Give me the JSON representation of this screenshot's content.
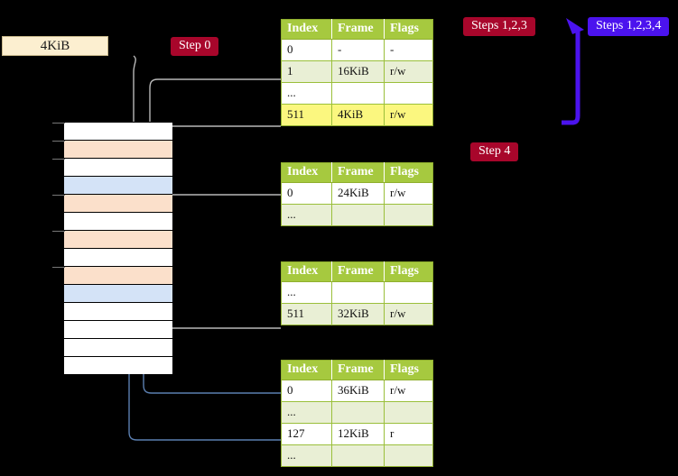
{
  "diagram": {
    "title_labels": {
      "size_label": "4KiB",
      "step0": "Step 0",
      "steps123": "Steps 1,2,3",
      "steps1234": "Steps 1,2,3,4",
      "step4": "Step 4"
    },
    "colors": {
      "badge_red": "#A8062B",
      "badge_blue": "#4B13EE",
      "table_header_green": "#A6C93F",
      "table_alt_row": "#E9EFD5",
      "highlight_yellow": "#FBF77F",
      "mem_peach": "#FBE0CB",
      "mem_blue": "#D4E3F7",
      "label_cream": "#FCEFD0",
      "connector_gray": "#B8B8B8",
      "connector_blue": "#5B7FB0"
    }
  },
  "tables": [
    {
      "name": "page-table-level-1",
      "headers": [
        "Index",
        "Frame",
        "Flags"
      ],
      "rows": [
        {
          "index": "0",
          "frame": "-",
          "flags": "-",
          "style": "plain"
        },
        {
          "index": "1",
          "frame": "16KiB",
          "flags": "r/w",
          "style": "alt"
        },
        {
          "index": "...",
          "frame": "",
          "flags": "",
          "style": "plain"
        },
        {
          "index": "511",
          "frame": "4KiB",
          "flags": "r/w",
          "style": "hl"
        }
      ]
    },
    {
      "name": "page-table-level-2",
      "headers": [
        "Index",
        "Frame",
        "Flags"
      ],
      "rows": [
        {
          "index": "0",
          "frame": "24KiB",
          "flags": "r/w",
          "style": "plain"
        },
        {
          "index": "...",
          "frame": "",
          "flags": "",
          "style": "alt"
        }
      ]
    },
    {
      "name": "page-table-level-3",
      "headers": [
        "Index",
        "Frame",
        "Flags"
      ],
      "rows": [
        {
          "index": "...",
          "frame": "",
          "flags": "",
          "style": "plain"
        },
        {
          "index": "511",
          "frame": "32KiB",
          "flags": "r/w",
          "style": "alt"
        }
      ]
    },
    {
      "name": "page-table-level-4",
      "headers": [
        "Index",
        "Frame",
        "Flags"
      ],
      "rows": [
        {
          "index": "0",
          "frame": "36KiB",
          "flags": "r/w",
          "style": "plain"
        },
        {
          "index": "...",
          "frame": "",
          "flags": "",
          "style": "alt"
        },
        {
          "index": "127",
          "frame": "12KiB",
          "flags": "r",
          "style": "plain"
        },
        {
          "index": "...",
          "frame": "",
          "flags": "",
          "style": "alt"
        }
      ]
    }
  ],
  "memory": {
    "name": "physical-memory-column",
    "rows": [
      {
        "fill": "white"
      },
      {
        "fill": "peach"
      },
      {
        "fill": "white"
      },
      {
        "fill": "blue"
      },
      {
        "fill": "peach"
      },
      {
        "fill": "white"
      },
      {
        "fill": "peach"
      },
      {
        "fill": "white"
      },
      {
        "fill": "peach"
      },
      {
        "fill": "blue"
      },
      {
        "fill": "white"
      },
      {
        "fill": "white"
      },
      {
        "fill": "white"
      },
      {
        "fill": "white"
      }
    ]
  }
}
